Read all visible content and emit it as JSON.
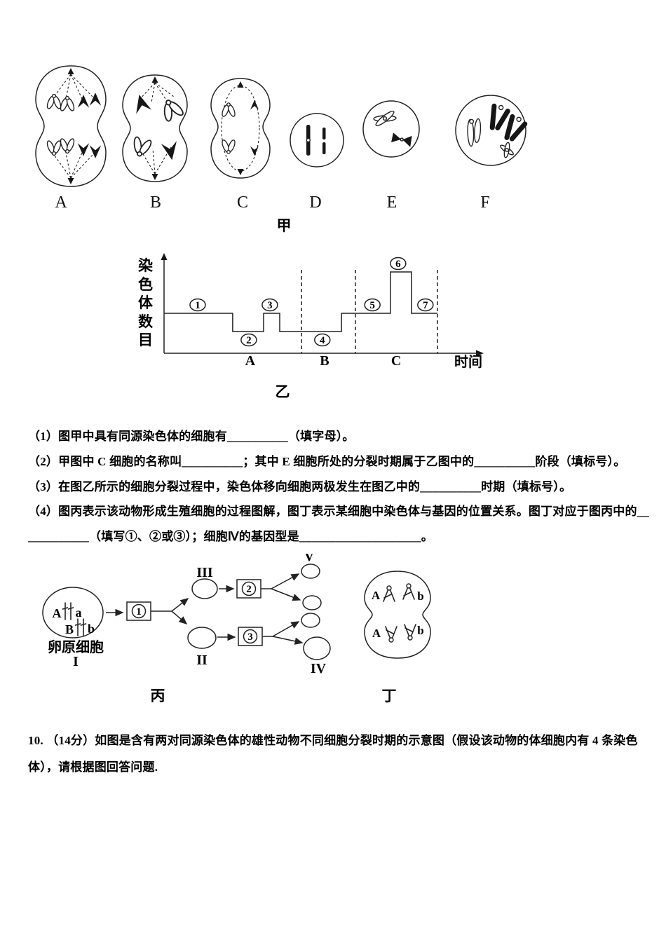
{
  "figure_jia": {
    "caption": "甲",
    "cell_labels": [
      "A",
      "B",
      "C",
      "D",
      "E",
      "F"
    ]
  },
  "chart_data": {
    "type": "line",
    "subtype": "step",
    "caption": "乙",
    "ylabel": "染色体数目",
    "xlabel": "时间",
    "x_phase_labels": [
      {
        "label": "A",
        "x": 0.315
      },
      {
        "label": "B",
        "x": 0.587
      },
      {
        "label": "C",
        "x": 0.849
      }
    ],
    "segments": [
      {
        "from": 0,
        "to": 0.251,
        "level": 2
      },
      {
        "from": 0.251,
        "to": 0.364,
        "level": 1
      },
      {
        "from": 0.364,
        "to": 0.423,
        "level": 2
      },
      {
        "from": 0.423,
        "to": 0.649,
        "level": 1
      },
      {
        "from": 0.649,
        "to": 0.828,
        "level": 2
      },
      {
        "from": 0.828,
        "to": 0.905,
        "level": 4
      },
      {
        "from": 0.905,
        "to": 1,
        "level": 2
      }
    ],
    "dashed_dividers_x": [
      0.503,
      0.7,
      1.0
    ],
    "markers": [
      {
        "label": "1",
        "x": 0.123,
        "pos": "above",
        "level": 2
      },
      {
        "label": "2",
        "x": 0.31,
        "pos": "below",
        "level": 1
      },
      {
        "label": "3",
        "x": 0.387,
        "pos": "above",
        "level": 2
      },
      {
        "label": "4",
        "x": 0.579,
        "pos": "below",
        "level": 1
      },
      {
        "label": "5",
        "x": 0.762,
        "pos": "above",
        "level": 2
      },
      {
        "label": "6",
        "x": 0.856,
        "pos": "above",
        "level": 4
      },
      {
        "label": "7",
        "x": 0.956,
        "pos": "above",
        "level": 2
      }
    ]
  },
  "questions": {
    "q1": "（1）图甲中具有同源染色体的细胞有__________（填字母）。",
    "q2": "（2）甲图中 C 细胞的名称叫__________；其中 E 细胞所处的分裂时期属于乙图中的__________阶段（填标号）。",
    "q3": "（3）在图乙所示的细胞分裂过程中，染色体移向细胞两极发生在图乙中的__________时期（填标号）。",
    "q4_line1": "（4）图丙表示该动物形成生殖细胞的过程图解，图丁表示某细胞中染色体与基因的位置关系。图丁对应于图丙中的__",
    "q4_line2": "__________（填写①、②或③）；细胞Ⅳ的基因型是____________________。"
  },
  "figure_bing": {
    "caption": "丙",
    "cell1": {
      "gene_tl": "A",
      "gene_tr": "a",
      "gene_bl": "B",
      "gene_br": "b",
      "name": "卵原细胞",
      "numeral": "I"
    },
    "box1": "1",
    "box2": "2",
    "box3": "3",
    "label_upper": "III",
    "label_lower": "II",
    "label_top_right": "V",
    "label_bottom_right": "IV"
  },
  "figure_ding": {
    "caption": "丁",
    "genes": {
      "tl": "A",
      "tr": "b",
      "bl": "A",
      "br": "b"
    }
  },
  "question10": {
    "line1": "10. （14分）如图是含有两对同源染色体的雄性动物不同细胞分裂时期的示意图（假设该动物的体细胞内有 4 条染色",
    "line2": "体），请根据图回答问题."
  }
}
